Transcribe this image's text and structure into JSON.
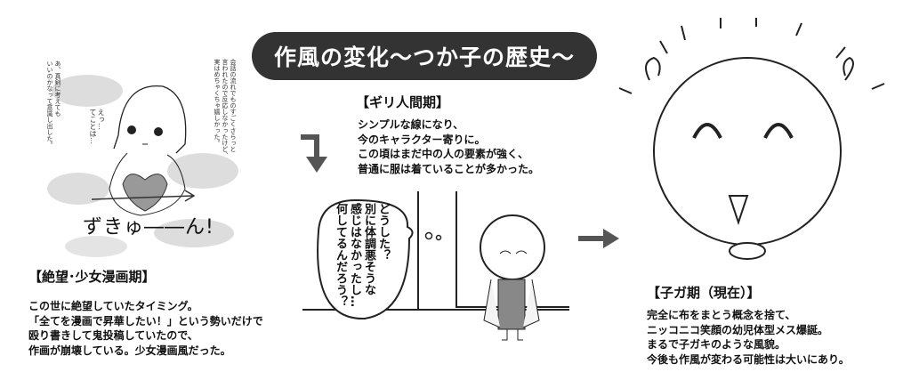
{
  "title": "作風の変化〜つか子の歴史〜",
  "panels": [
    {
      "heading": "【絶望･少女漫画期】",
      "body": "この世に絶望していたタイミング。\n「全てを漫画で昇華したい！」という勢いだけで\n殴り書きして鬼投稿していたので、\n作画が崩壊している。少女漫画風だった。",
      "comic_right_text": "会話の流れでものすごくさらっと\n言われたので反応しなかったけど、\n実はめちゃくちゃ嬉しかった。",
      "comic_left_text": "あ、真剣に考えても\nいいのかなって意識し出した。",
      "comic_thought": "えっ…\nてことは…",
      "comic_sfx": "ずきゅ――ん!"
    },
    {
      "heading": "【ギリ人間期】",
      "body": "シンプルな線になり、\n今のキャラクター寄りに。\nこの頃はまだ中の人の要素が強く、\n普通に服は着ていることが多かった。",
      "speech_bubble": "どうした？\n別に体調悪そうな\n感じはなかったし…\n何してるんだろう？"
    },
    {
      "heading": "【子ガ期（現在）】",
      "body": "完全に布をまとう概念を捨て、\nニッコニコ笑顔の幼児体型メス爆誕。\nまるで子ガキのような風貌。\n今後も作風が変わる可能性は大いにあり。"
    }
  ],
  "colors": {
    "pill": "#333333",
    "arrow": "#555555",
    "shade": "#cccccc"
  }
}
